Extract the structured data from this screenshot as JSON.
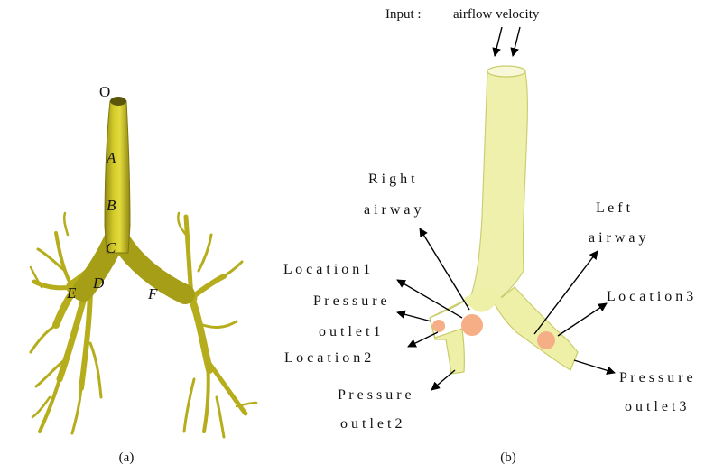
{
  "panel_a": {
    "caption": "(a)",
    "points": {
      "O": "O",
      "A": "A",
      "B": "B",
      "C": "C",
      "D": "D",
      "E": "E",
      "F": "F"
    }
  },
  "panel_b": {
    "caption": "(b)",
    "input_label": "Input :",
    "input_value": "airflow velocity",
    "right_airway": [
      "R i g h t",
      "a i r w a y"
    ],
    "left_airway": [
      "L e f t",
      "a i r w a y"
    ],
    "location1": "L o c a t i o n  1",
    "location2": "L o c a t i o n  2",
    "location3": "L o c a t i o n  3",
    "pressure_outlet1": [
      "P r e s s u r e",
      "o u t l e t  1"
    ],
    "pressure_outlet2": [
      "P r e s s u r e",
      "o u t l e t  2"
    ],
    "pressure_outlet3": [
      "P r e s s u r e",
      "o u t l e t  3"
    ]
  },
  "colors": {
    "airway_solid": "#c8c021",
    "airway_dark": "#8f8712",
    "airway_translucent": "#eef0a8",
    "marker": "#f5ae86"
  }
}
